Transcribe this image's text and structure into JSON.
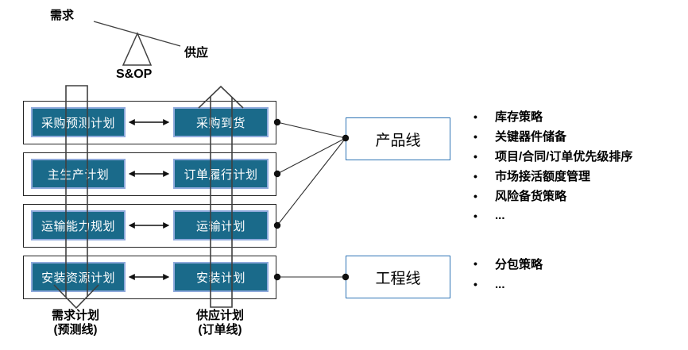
{
  "ui": {
    "bullet_char": "•"
  },
  "balance": {
    "demand_label": "需求",
    "supply_label": "供应",
    "scale_label": "S&OP"
  },
  "rows": [
    {
      "left": "采购预测计划",
      "right": "采购到货"
    },
    {
      "left": "主生产计划",
      "right": "订单履行计划"
    },
    {
      "left": "运输能力规划",
      "right": "运输计划"
    },
    {
      "left": "安装资源计划",
      "right": "安装计划"
    }
  ],
  "flow_labels": {
    "demand": {
      "title": "需求计划",
      "subtitle": "(预测线)"
    },
    "supply": {
      "title": "供应计划",
      "subtitle": "(订单线)"
    }
  },
  "groups": [
    {
      "label": "产品线",
      "bullets": [
        "库存策略",
        "关键器件储备",
        "项目/合同/订单优先级排序",
        "市场接活额度管理",
        "风险备货策略",
        "..."
      ]
    },
    {
      "label": "工程线",
      "bullets": [
        "分包策略",
        "..."
      ]
    }
  ],
  "colors": {
    "plan_box_fill": "#1A6A8A",
    "plan_box_border": "#8FAADC",
    "group_box_border": "#2E74B5",
    "line": "#404040"
  }
}
